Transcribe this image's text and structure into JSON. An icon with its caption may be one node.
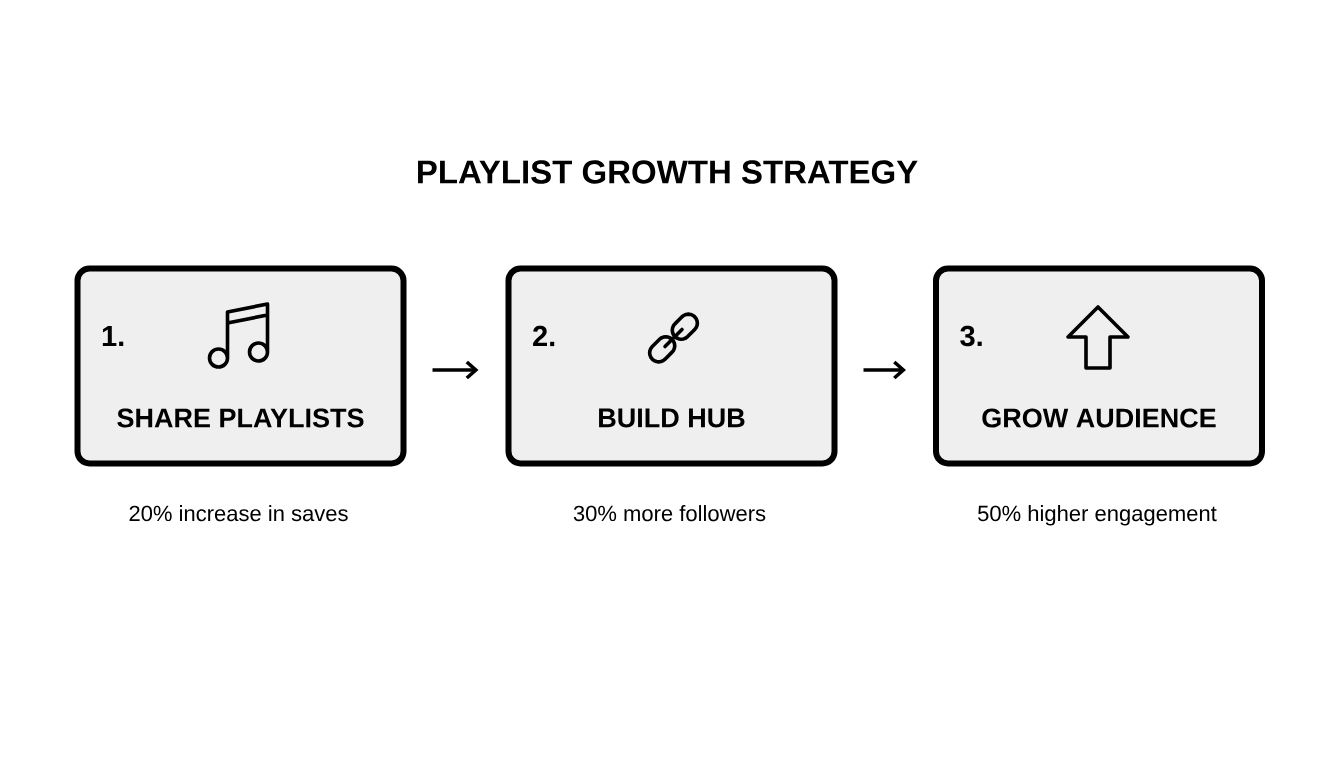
{
  "diagram": {
    "title": "PLAYLIST GROWTH STRATEGY",
    "nodes": [
      {
        "text": [
          "1.",
          "SHARE PLAYLISTS"
        ],
        "beside": [
          "20% increase in saves"
        ]
      },
      {
        "text": [
          "2.",
          "BUILD HUB"
        ],
        "beside": [
          "30% more followers"
        ]
      },
      {
        "text": [
          "3.",
          "GROW AUDIENCE"
        ],
        "beside": [
          "50% higher engagement"
        ]
      }
    ],
    "edges": [
      {
        "from": 0,
        "to": 1,
        "arrow": "to"
      },
      {
        "from": 1,
        "to": 2,
        "arrow": "to"
      }
    ]
  }
}
